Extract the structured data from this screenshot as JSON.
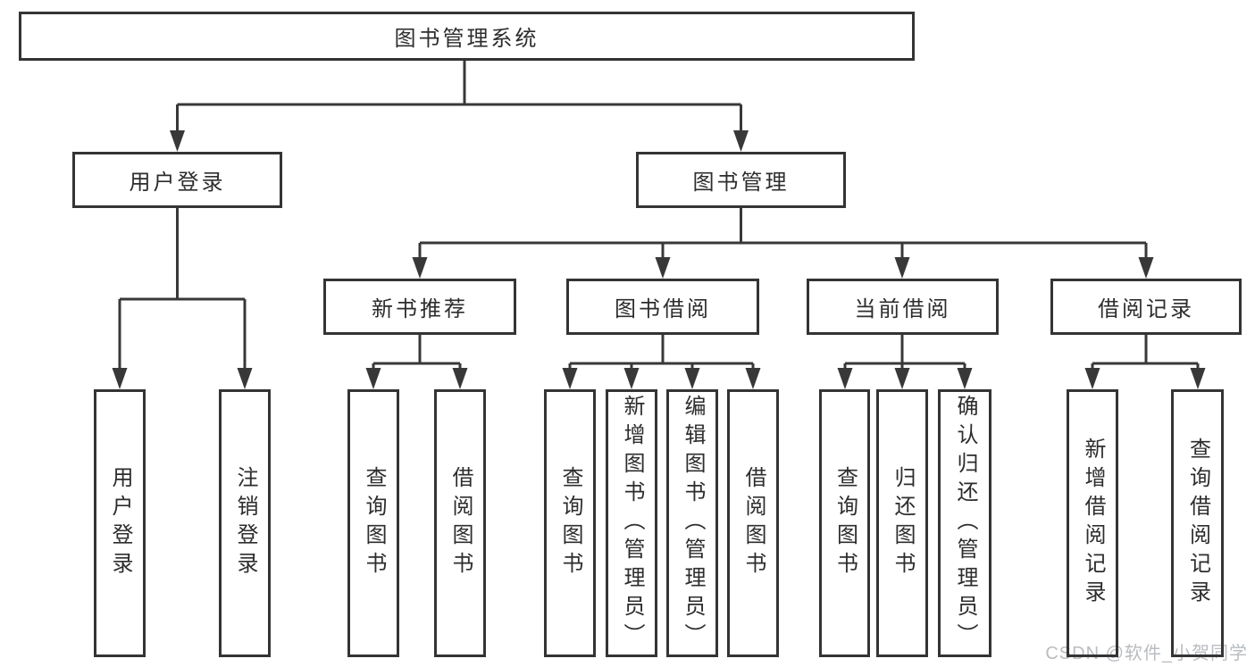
{
  "diagram_type": "org-chart",
  "tree": {
    "root": {
      "label": "图书管理系统"
    },
    "children": [
      {
        "label": "用户登录",
        "children": [
          {
            "label": "用户登录"
          },
          {
            "label": "注销登录"
          }
        ]
      },
      {
        "label": "图书管理",
        "children": [
          {
            "label": "新书推荐",
            "children": [
              {
                "label": "查询图书"
              },
              {
                "label": "借阅图书"
              }
            ]
          },
          {
            "label": "图书借阅",
            "children": [
              {
                "label": "查询图书"
              },
              {
                "label": "新增图书（管理员）"
              },
              {
                "label": "编辑图书（管理员）"
              },
              {
                "label": "借阅图书"
              }
            ]
          },
          {
            "label": "当前借阅",
            "children": [
              {
                "label": "查询图书"
              },
              {
                "label": "归还图书"
              },
              {
                "label": "确认归还（管理员）"
              }
            ]
          },
          {
            "label": "借阅记录",
            "children": [
              {
                "label": "新增借阅记录"
              },
              {
                "label": "查询借阅记录"
              }
            ]
          }
        ]
      }
    ]
  },
  "watermark": {
    "text": "CSDN @软件_小贺同学"
  },
  "colors": {
    "line": "#383838",
    "border": "#343434",
    "text": "#2d2d2d",
    "watermark": "#b9bcc0",
    "background": "#ffffff"
  }
}
